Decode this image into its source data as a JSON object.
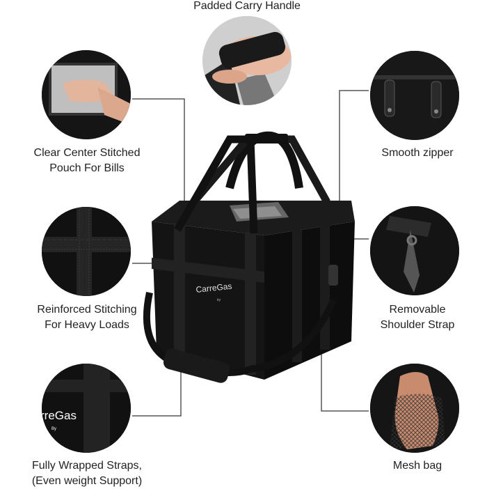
{
  "features": {
    "padded_handle": "Padded Carry Handle",
    "clear_pouch_line1": "Clear Center Stitched",
    "clear_pouch_line2": "Pouch For Bills",
    "smooth_zipper": "Smooth zipper",
    "reinforced_line1": "Reinforced Stitching",
    "reinforced_line2": "For Heavy Loads",
    "shoulder_line1": "Removable",
    "shoulder_line2": "Shoulder Strap",
    "wrapped_line1": "Fully Wrapped Straps,",
    "wrapped_line2": "(Even weight Support)",
    "mesh_bag": "Mesh bag"
  },
  "brand": {
    "name": "CarreGas",
    "sub": "by",
    "inset_name": "rreGas",
    "inset_sub": "By"
  }
}
